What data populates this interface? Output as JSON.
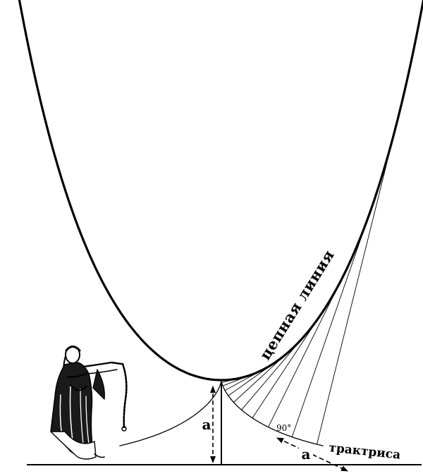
{
  "diagram": {
    "catenary_label": "цепная линия",
    "tractrix_label": "трактриса",
    "a_label_vertical": "a",
    "a_label_tangent": "a",
    "right_angle_label": "90°"
  },
  "figure": {
    "icon": "woman-holding-chain-icon"
  },
  "colors": {
    "ink": "#000000",
    "background": "#ffffff"
  }
}
